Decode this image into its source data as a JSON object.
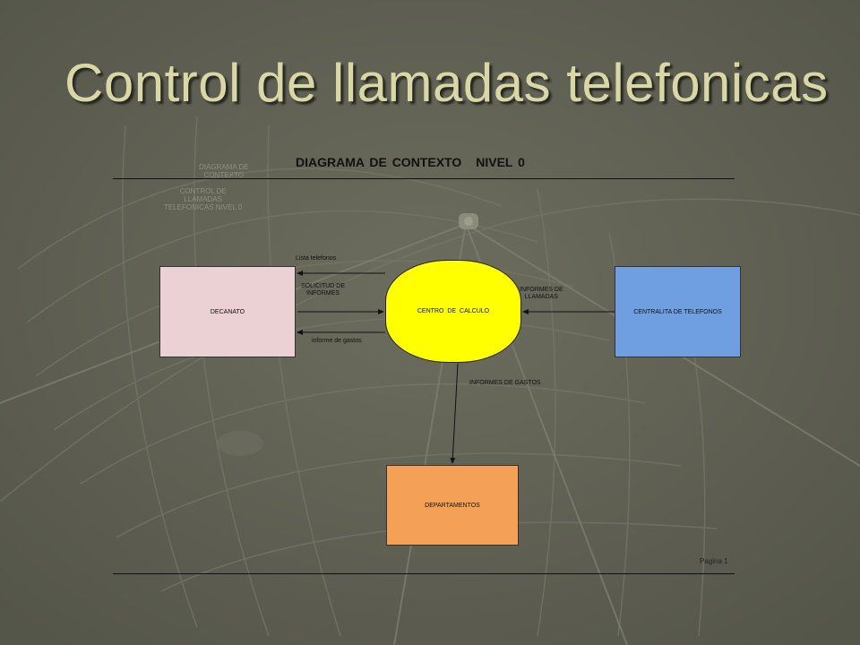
{
  "slide": {
    "title": "Control de llamadas telefonicas"
  },
  "diagram": {
    "title": "DIAGRAMA DE CONTEXTO",
    "level": "NIVEL 0",
    "faded_labels": {
      "context": "DIAGRAMA DE\nCONTEXTO",
      "control": "CONTROL DE\nLLAMADAS\nTELEFONICAS NIVEL 0"
    },
    "entities": {
      "decanato": "DECANATO",
      "centralita": "CENTRALITA DE TELEFONOS",
      "departamentos": "DEPARTAMENTOS"
    },
    "process": "CENTRO DE CALCULO",
    "flows": {
      "lista_telefonos": "Lista telefonos",
      "solicitud_informes": "SOLICITUD DE\nINFORMES",
      "informe_gastos": "informe de gastos",
      "informes_llamadas": "INFORMES DE\nLLAMADAS",
      "informes_gastos": "INFORMES DE GASTOS"
    },
    "footer": "Pagina 1"
  },
  "colors": {
    "background": "#626354",
    "title": "#d9d7a6",
    "decanato": "#ebd0d4",
    "centralita": "#6f9fe0",
    "departamentos": "#f5a057",
    "process": "#ffff00"
  }
}
